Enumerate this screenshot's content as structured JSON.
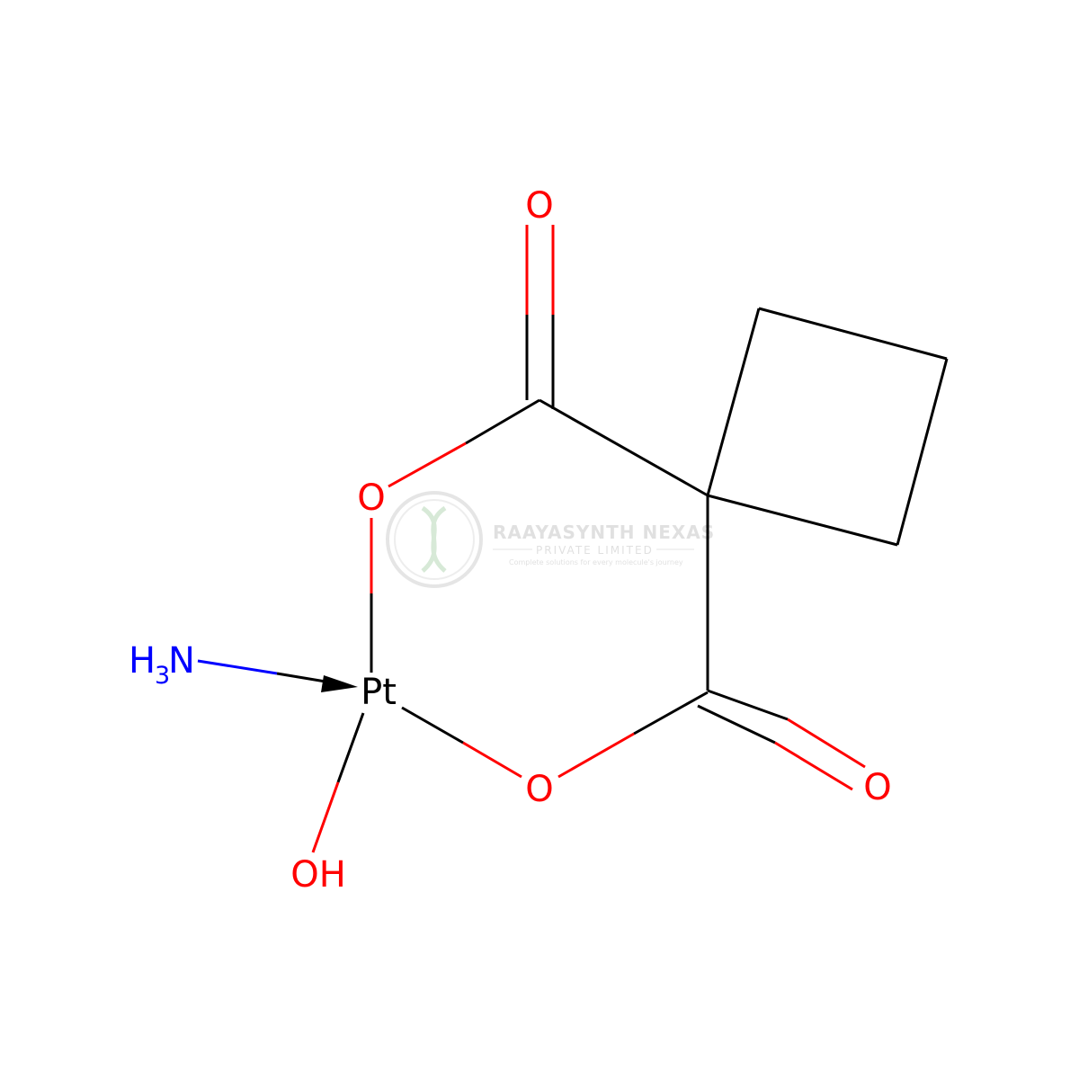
{
  "colors": {
    "bond": "#000000",
    "oxygen": "#ff0000",
    "nitrogen": "#0000ff",
    "carbon_label": "#000000",
    "watermark": "#c8c8c8"
  },
  "atoms": {
    "o_top": "O",
    "o_ring_upper": "O",
    "o_ring_lower": "O",
    "o_right": "O",
    "pt": "Pt",
    "nh3_h": "H",
    "nh3_sub": "3",
    "nh3_n": "N",
    "oh": "OH"
  },
  "watermark": {
    "company": "RAAYASYNTH NEXAS",
    "subtitle": "PRIVATE LIMITED",
    "tagline": "Complete solutions for every molecule's journey"
  }
}
